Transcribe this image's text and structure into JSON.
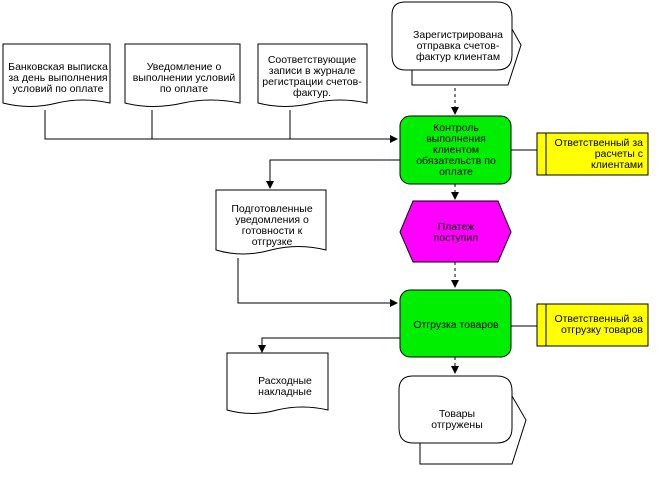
{
  "colors": {
    "function_fill": "#00ee00",
    "event_fill": "#ff00ff",
    "role_fill": "#ffff00",
    "document_fill": "#ffffff",
    "line": "#000000"
  },
  "documents": {
    "bank_statement": "Банковская выписка за день выполнения условий по оплате",
    "notification": "Уведомление о выполнении условий по оплате",
    "journal_records": "Соответствующие записи в журнале регистрации счетов-фактур.",
    "prepared_notifications": "Подготовленные уведомления о готовности к отгрузке",
    "waybills": "Расходные накладные"
  },
  "events": {
    "invoices_registered": "Зарегистрирована отправка счетов-фактур клиентам",
    "payment_received": "Платеж поступил",
    "goods_shipped": "Товары отгружены"
  },
  "functions": {
    "control_obligations": "Контроль выполнения клиентом обязательств по оплате",
    "ship_goods": "Отгрузка товаров"
  },
  "roles": {
    "payments_responsible": "Ответственный за расчеты с клиентами",
    "shipping_responsible": "Ответственный за отгрузку товаров"
  }
}
